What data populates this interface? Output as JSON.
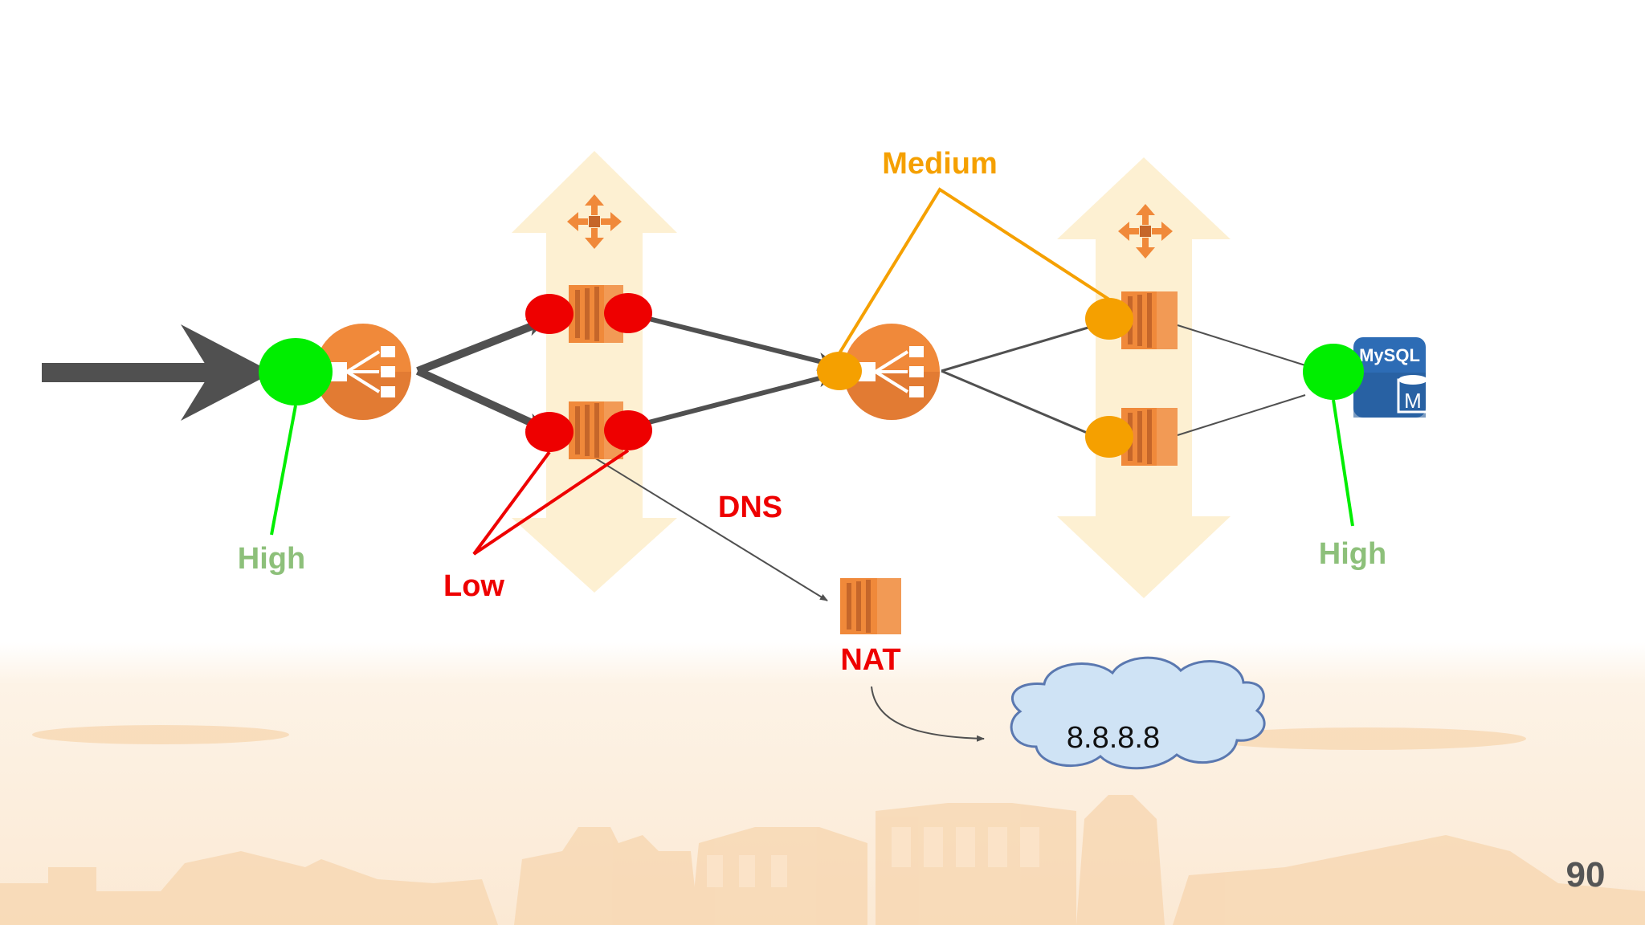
{
  "labels": {
    "high_left": "High",
    "low": "Low",
    "medium": "Medium",
    "high_right": "High",
    "dns": "DNS",
    "nat": "NAT",
    "cloud": "8.8.8.8",
    "mysql_title": "MySQL",
    "mysql_badge": "M",
    "page_number": "90"
  },
  "colors": {
    "high": "#00ee00",
    "high_label": "#8dc07a",
    "low": "#ee0000",
    "medium": "#f5a000",
    "aws_orange": "#f0893a",
    "aws_dark": "#c5662a",
    "arrow_band": "#fdf0d2",
    "connector": "#505050",
    "mysql_blue": "#2d6cb5",
    "cloud_fill": "#cfe3f5",
    "cloud_stroke": "#5a78b0"
  },
  "icons": {
    "load_balancer": "elb-icon",
    "instance": "ec2-instance-icon",
    "auto_scaling": "auto-scaling-icon",
    "database": "mysql-db-icon",
    "internet": "cloud-icon"
  }
}
